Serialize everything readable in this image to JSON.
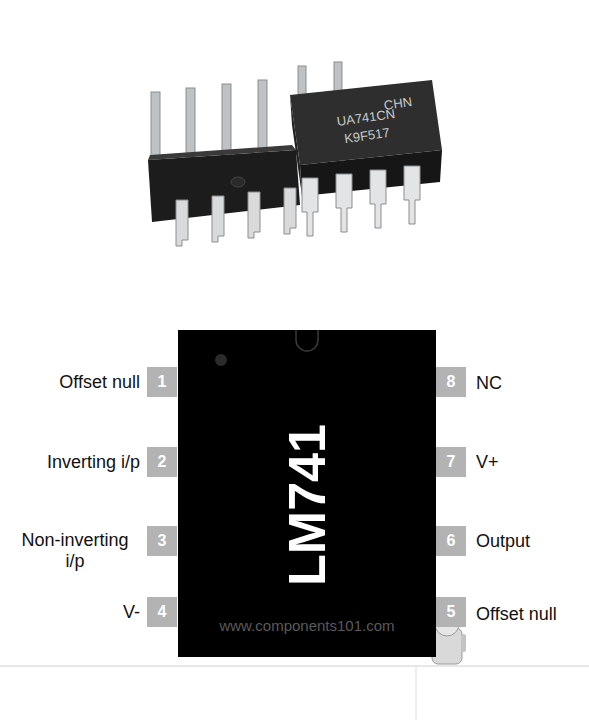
{
  "diagram": {
    "nodes": [
      {
        "text": [
          "LM741",
          "www.components101.com"
        ]
      },
      {
        "text": [
          "1"
        ]
      },
      {
        "text": [
          "2"
        ]
      },
      {
        "text": [
          "3"
        ]
      },
      {
        "text": [
          "4"
        ]
      },
      {
        "text": [
          "5"
        ]
      },
      {
        "text": [
          "6"
        ]
      },
      {
        "text": [
          "7"
        ]
      },
      {
        "text": [
          "8"
        ]
      }
    ],
    "labels": [
      "CHN",
      "UA741CN",
      "K9F517",
      "Offset null",
      "Inverting i/p",
      "Non-inverting i/p",
      "V-",
      "NC",
      "V+",
      "Output",
      "Offset null"
    ]
  }
}
